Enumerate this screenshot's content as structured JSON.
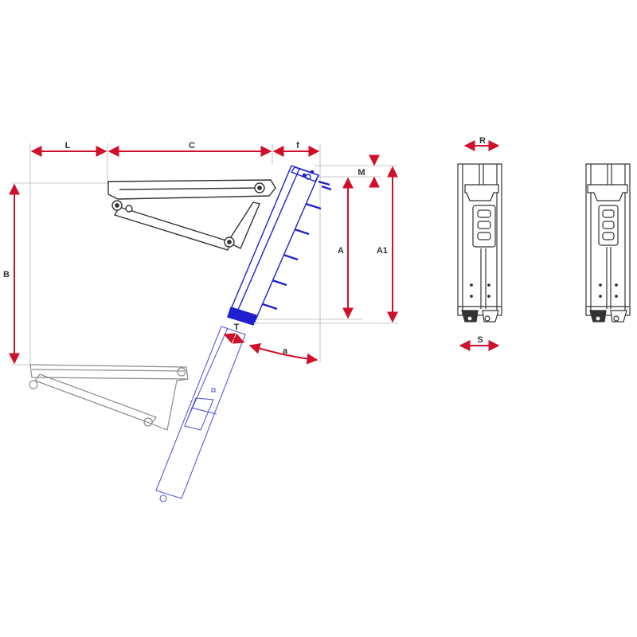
{
  "colors": {
    "dimension": "#d0102a",
    "ladder": "#1f1fd0",
    "ladder_faded": "#a8a8f0",
    "arm": "#333333",
    "arm_faded": "#8c8c8c",
    "guide": "#b4b4b4",
    "background": "#ffffff"
  },
  "dimensions": {
    "L": "L",
    "C": "C",
    "f": "f",
    "M": "M",
    "A": "A",
    "A1": "A1",
    "B": "B",
    "T": "T",
    "a": "a",
    "R": "R",
    "S": "S"
  }
}
